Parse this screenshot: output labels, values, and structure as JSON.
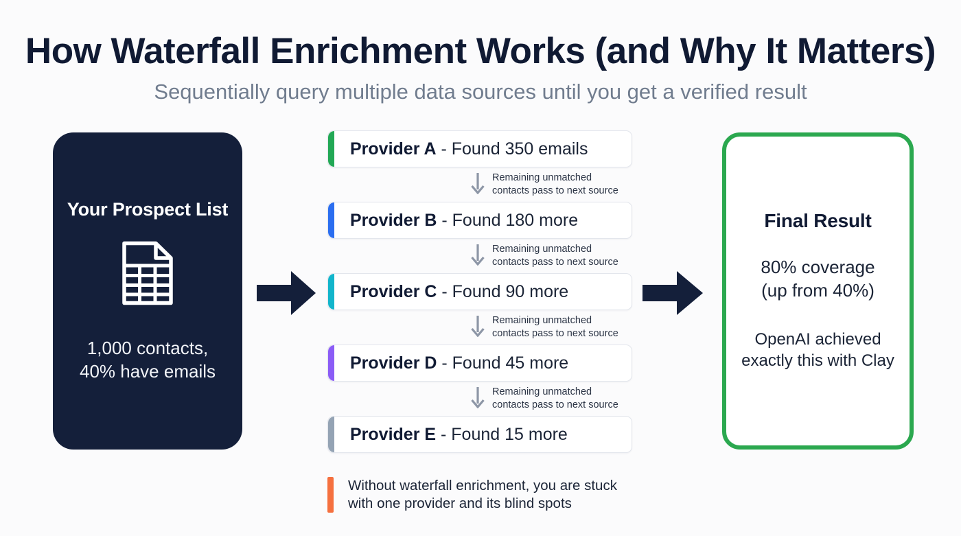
{
  "header": {
    "title": "How Waterfall Enrichment Works (and Why It Matters)",
    "subtitle": "Sequentially query multiple data sources until you get a verified result"
  },
  "colors": {
    "background": "#fbfbfc",
    "dark_navy": "#141f3a",
    "title": "#101a33",
    "subtitle": "#707c8e",
    "result_border_green": "#2ba84f",
    "warning_orange": "#f5703f",
    "connector_gray": "#8d96a6"
  },
  "source_card": {
    "title": "Your Prospect List",
    "icon": "spreadsheet-document-icon",
    "stats_line1": "1,000 contacts,",
    "stats_line2": "40% have emails"
  },
  "flow_arrows": {
    "left": "block-arrow-right-icon",
    "right": "block-arrow-right-icon"
  },
  "connector": {
    "icon": "arrow-down-icon",
    "line1": "Remaining unmatched",
    "line2": "contacts pass to next source"
  },
  "waterfall": {
    "steps": [
      {
        "name": "Provider A",
        "result": " - Found 350 emails",
        "color": "#22a855",
        "found": 350
      },
      {
        "name": "Provider B",
        "result": " - Found 180 more",
        "color": "#2b6ef0",
        "found": 180
      },
      {
        "name": "Provider C",
        "result": " - Found 90 more",
        "color": "#12b5cb",
        "found": 90
      },
      {
        "name": "Provider D",
        "result": " - Found 45 more",
        "color": "#8b5cf6",
        "found": 45
      },
      {
        "name": "Provider E",
        "result": " - Found 15 more",
        "color": "#94a3b4",
        "found": 15
      }
    ]
  },
  "warning": {
    "bar_color": "#f5703f",
    "line1": "Without waterfall enrichment, you are stuck",
    "line2": "with one provider and its blind spots"
  },
  "result_card": {
    "title": "Final Result",
    "coverage_line1": "80% coverage",
    "coverage_line2": "(up from 40%)",
    "note_line1": "OpenAI achieved",
    "note_line2": "exactly this with Clay"
  }
}
